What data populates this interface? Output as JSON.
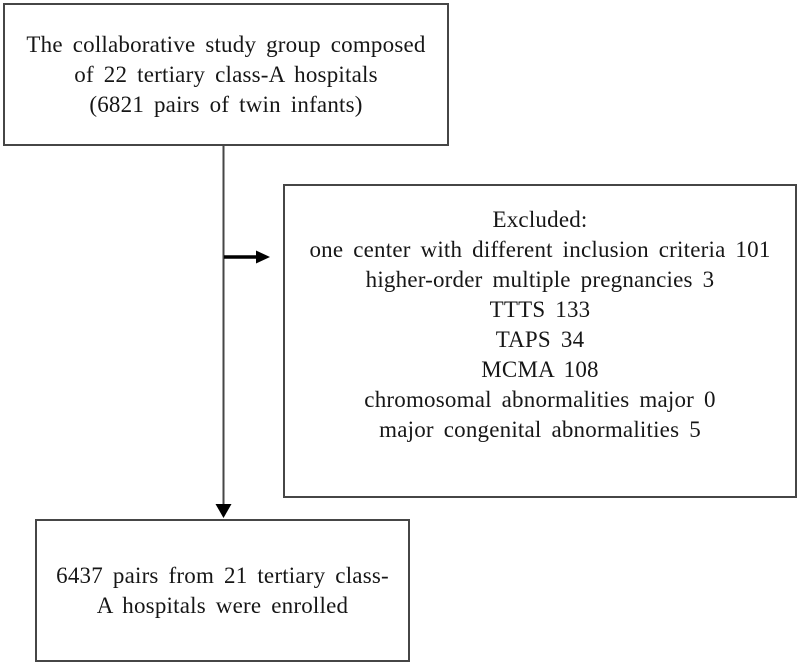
{
  "flowchart": {
    "top_box": {
      "lines": [
        "The collaborative study group composed",
        "of 22 tertiary class-A hospitals",
        "(6821 pairs of twin infants)"
      ]
    },
    "excluded_box": {
      "heading": "Excluded:",
      "lines": [
        "one center with different inclusion criteria 101",
        "higher-order multiple pregnancies 3",
        "TTTS 133",
        "TAPS 34",
        "MCMA 108",
        "chromosomal abnormalities major 0",
        "major congenital abnormalities 5"
      ]
    },
    "enrolled_box": {
      "lines": [
        "6437 pairs from 21 tertiary class-",
        "A hospitals were enrolled"
      ]
    },
    "icons": {
      "down_arrow": "down-arrow-icon",
      "right_arrow": "right-arrow-icon"
    },
    "colors": {
      "border": "#464646",
      "text": "#161616",
      "arrow": "#000000",
      "background": "#ffffff"
    }
  }
}
